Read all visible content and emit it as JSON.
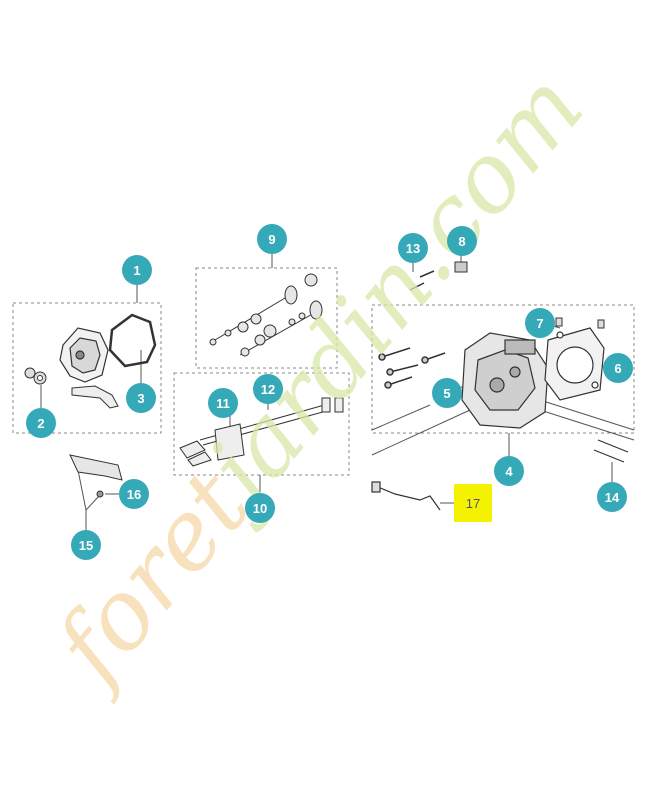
{
  "watermark": {
    "part_a": "foret",
    "part_b": "jardin.com"
  },
  "callouts": {
    "c1": "1",
    "c2": "2",
    "c3": "3",
    "c4": "4",
    "c5": "5",
    "c6": "6",
    "c7": "7",
    "c8": "8",
    "c9": "9",
    "c10": "10",
    "c11": "11",
    "c12": "12",
    "c13": "13",
    "c14": "14",
    "c15": "15",
    "c16": "16",
    "c17": "17"
  },
  "colors": {
    "callout": "#36a9b8",
    "highlight": "#f4f200",
    "watermark_green": "#d8e8a8",
    "watermark_orange": "#f6d9a8",
    "line": "#555555"
  }
}
